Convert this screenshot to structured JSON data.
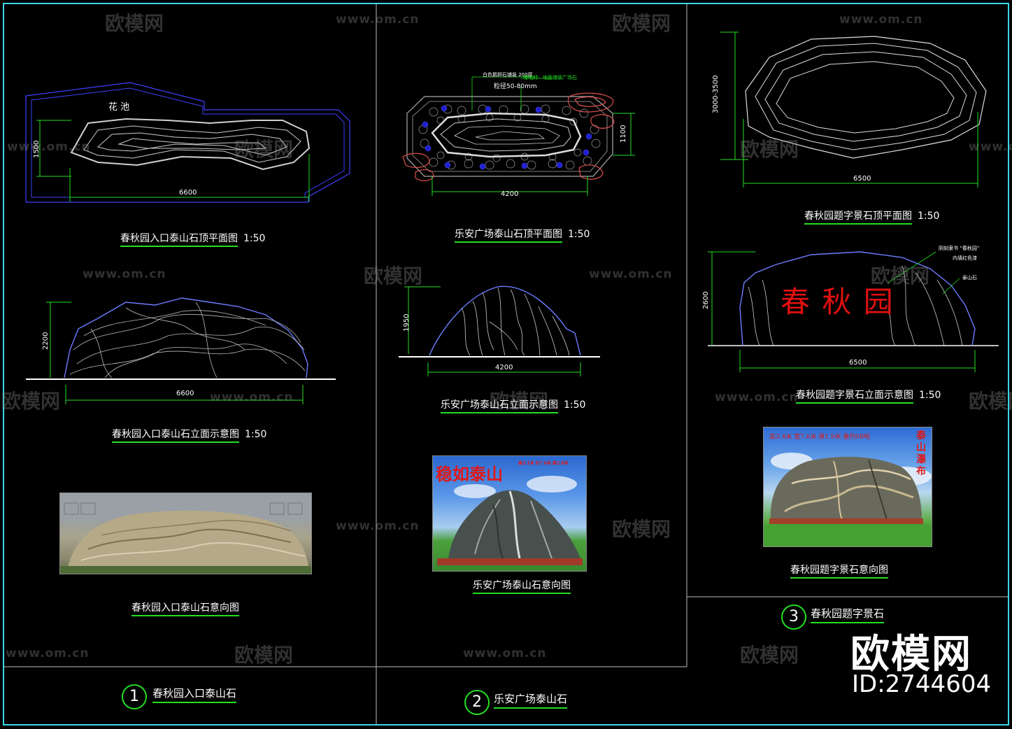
{
  "panels": {
    "p1": {
      "plan_title": "春秋园入口泰山石顶平面图",
      "plan_scale": "1:50",
      "pool_label": "花 池",
      "plan_dim_width": "6600",
      "plan_dim_height": "1500",
      "elev_title": "春秋园入口泰山石立面示意图",
      "elev_scale": "1:50",
      "elev_dim_width": "6600",
      "elev_dim_height": "2200",
      "photo_title": "春秋园入口泰山石意向图",
      "section_number": "1",
      "section_label": "春秋园入口泰山石"
    },
    "p2": {
      "plan_title": "乐安广场泰山石顶平面图",
      "plan_scale": "1:50",
      "plan_note_1": "白色鹅卵石铺装 200厚",
      "plan_note_2": "粒径50-80mm",
      "plan_note_3": "埋地灯",
      "plan_note_4": "地面铺装广场石",
      "plan_dim_width": "4200",
      "plan_dim_height": "1100",
      "elev_title": "乐安广场泰山石立面示意图",
      "elev_scale": "1:50",
      "elev_dim_width": "4200",
      "elev_dim_height": "1950",
      "photo_caption": "稳如泰山",
      "photo_subcaption": "高3.1米 长7.6米 厚2.8米",
      "photo_title": "乐安广场泰山石意向图",
      "section_number": "2",
      "section_label": "乐安广场泰山石"
    },
    "p3": {
      "plan_title": "春秋园题字景石顶平面图",
      "plan_scale": "1:50",
      "plan_dim_width": "6500",
      "plan_dim_height": "3000-3500",
      "elev_title": "春秋园题字景石立面示意图",
      "elev_scale": "1:50",
      "elev_dim_width": "6500",
      "elev_dim_height": "2600",
      "elev_inscription": "春 秋 园",
      "elev_note_1": "阴刻隶书 “春秋园”",
      "elev_note_2": "内填红色漆",
      "elev_note_3": "泰山石",
      "photo_caption": "高3.4米 宽7.6米 厚1.9米 重约68吨",
      "photo_vertical_caption": "泰山瀑布",
      "photo_title": "春秋园题字景石意向图",
      "section_number": "3",
      "section_label": "春秋园题字景石"
    }
  },
  "watermark": {
    "brand": "欧模网",
    "url": "www.om.cn",
    "id_label": "ID:2744604"
  },
  "colors": {
    "background": "#000000",
    "border": "#3ad8e8",
    "plan_outline": "#4040ff",
    "rock_outline": "#6c7cff",
    "underline": "#22e022",
    "dimension": "#22e022",
    "inscription": "#e01010"
  }
}
